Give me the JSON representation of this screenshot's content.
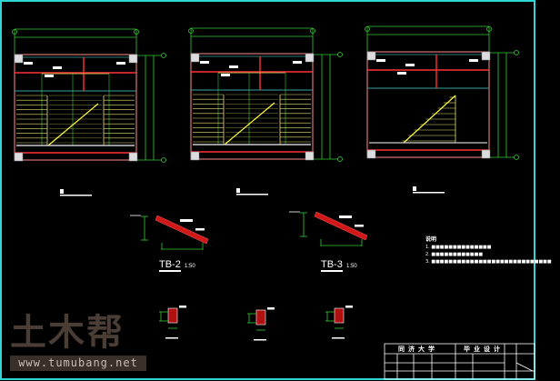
{
  "drawing": {
    "colors": {
      "border": "#2fd6d6",
      "wall": "#ff3333",
      "dim": "#33cc33",
      "stair": "#e8e070",
      "beam": "#3aa0a0",
      "text": "#ffffff"
    },
    "details": [
      {
        "label": "TB-2",
        "scale": "1:50"
      },
      {
        "label": "TB-3",
        "scale": "1:50"
      }
    ],
    "notes": {
      "heading": "说明",
      "items": [
        "1. ■■■■■■■■■■■■■■",
        "2. ■■■■■■■■■■■■",
        "3. ■■■■■■■■■■■■■■■■■■■■■■■■■■■■"
      ]
    },
    "title_block": {
      "school": "同济大学",
      "project": "毕业设计"
    },
    "watermark": {
      "logo": "土木帮",
      "url": "www.tumubang.net"
    }
  }
}
